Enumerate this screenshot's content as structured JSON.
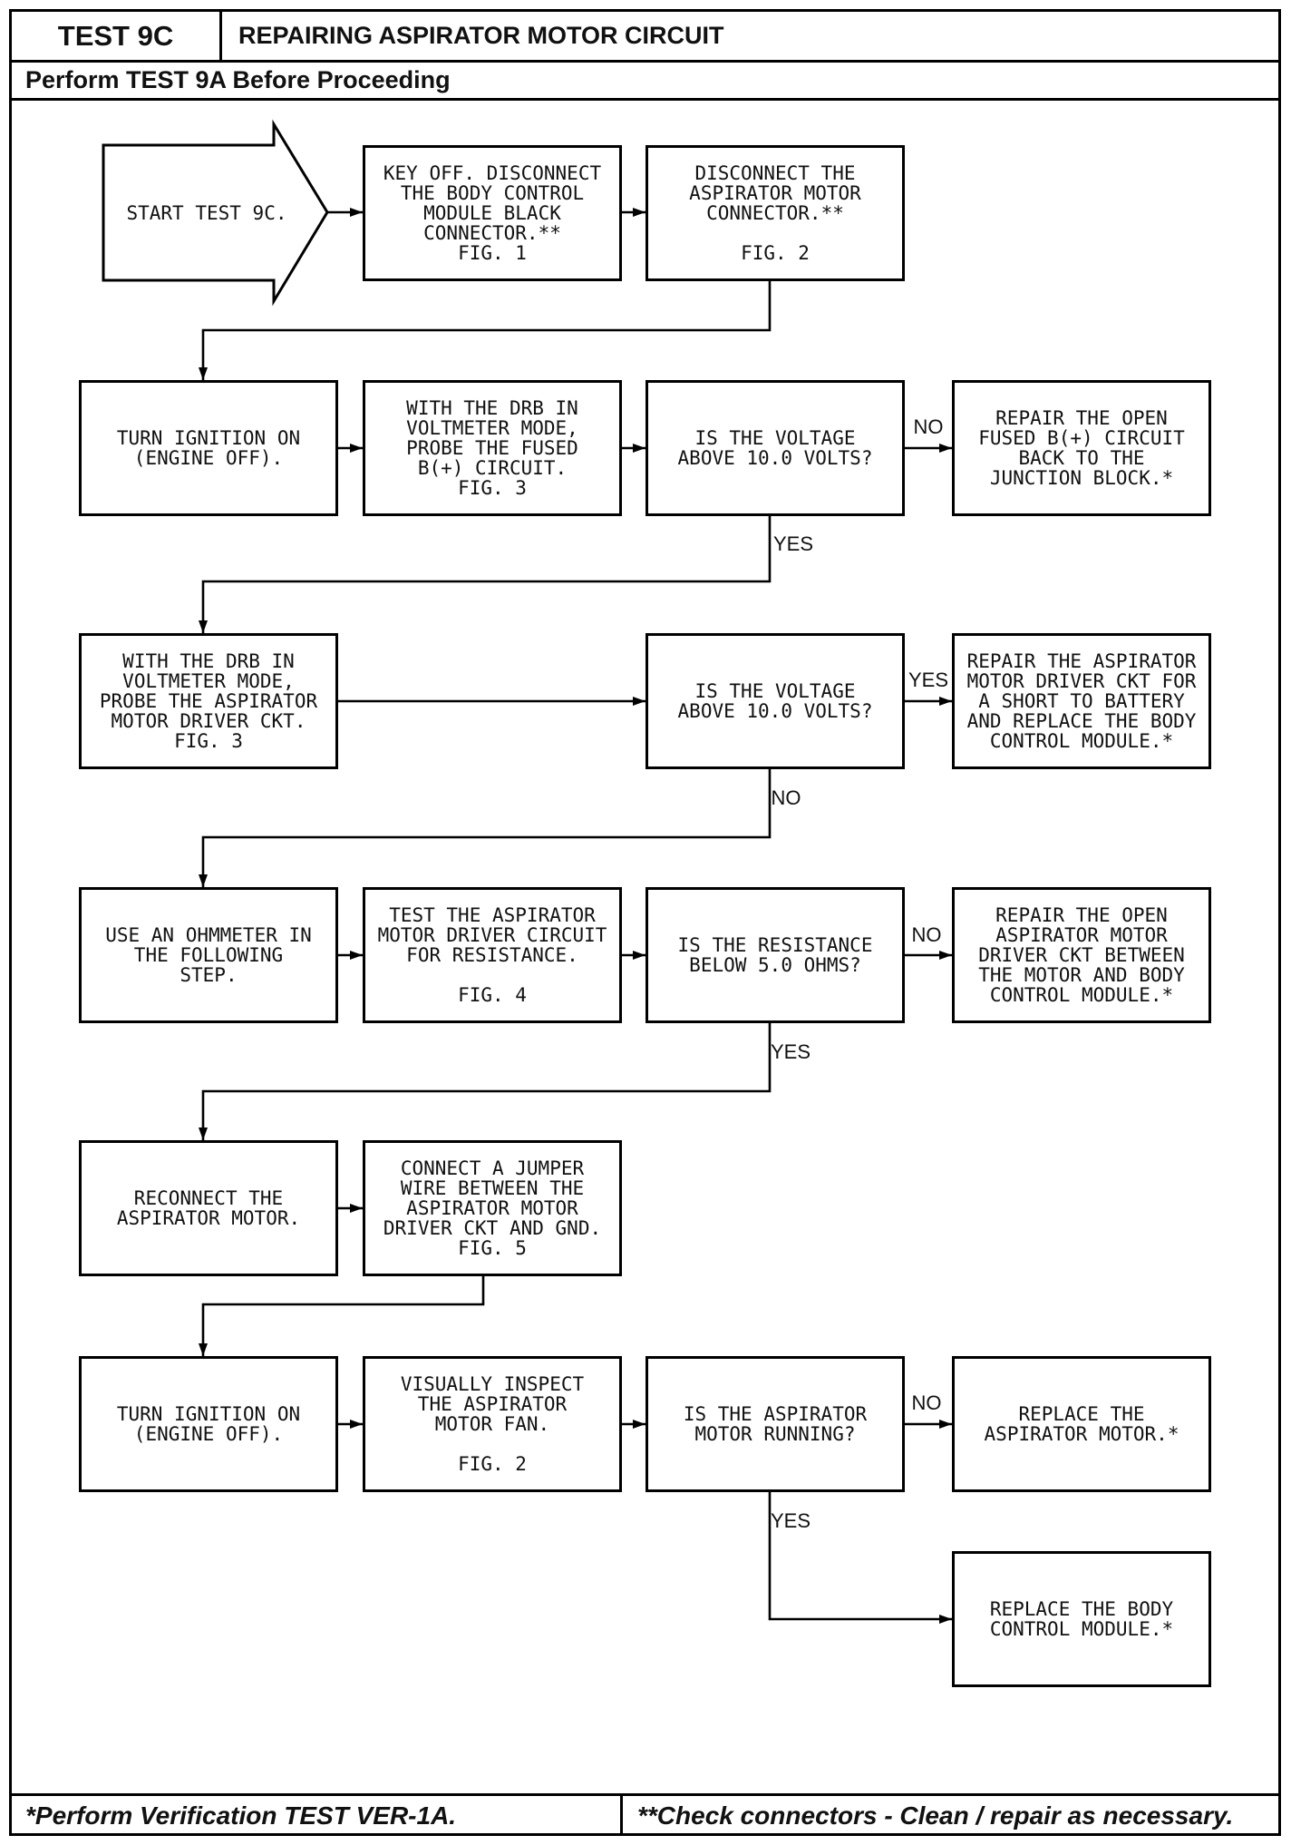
{
  "header": {
    "test_id": "TEST 9C",
    "title": "REPAIRING ASPIRATOR MOTOR CIRCUIT",
    "prerequisite": "Perform TEST 9A Before Proceeding"
  },
  "flowchart": {
    "start": "START TEST 9C.",
    "key_off_disconnect_bcm": "KEY OFF. DISCONNECT\nTHE BODY CONTROL\nMODULE BLACK\nCONNECTOR.**\nFIG. 1",
    "disconnect_motor_connector": "DISCONNECT THE\nASPIRATOR MOTOR\nCONNECTOR.**\n\nFIG. 2",
    "turn_ignition_on_1": "TURN IGNITION ON\n(ENGINE OFF).",
    "probe_fused_b_plus": "WITH THE DRB IN\nVOLTMETER MODE,\nPROBE THE FUSED\nB(+) CIRCUIT.\nFIG. 3",
    "decision_fused_voltage": "IS THE VOLTAGE\nABOVE 10.0 VOLTS?",
    "repair_open_fused_b_plus": "REPAIR THE OPEN\nFUSED B(+) CIRCUIT\nBACK TO THE\nJUNCTION BLOCK.*",
    "probe_motor_driver": "WITH THE DRB IN\nVOLTMETER MODE,\nPROBE THE ASPIRATOR\nMOTOR DRIVER CKT.\nFIG. 3",
    "decision_driver_voltage": "IS THE VOLTAGE\nABOVE 10.0 VOLTS?",
    "repair_driver_short": "REPAIR THE ASPIRATOR\nMOTOR DRIVER CKT FOR\nA SHORT TO BATTERY\nAND REPLACE THE BODY\nCONTROL MODULE.*",
    "use_ohmmeter": "USE AN OHMMETER IN\nTHE FOLLOWING\nSTEP.",
    "test_driver_resistance": "TEST THE ASPIRATOR\nMOTOR DRIVER CIRCUIT\nFOR RESISTANCE.\n\nFIG. 4",
    "decision_resistance": "IS THE RESISTANCE\nBELOW 5.0 OHMS?",
    "repair_open_driver": "REPAIR THE OPEN\nASPIRATOR MOTOR\nDRIVER CKT BETWEEN\nTHE MOTOR AND BODY\nCONTROL MODULE.*",
    "reconnect_motor": "RECONNECT THE\nASPIRATOR MOTOR.",
    "connect_jumper": "CONNECT A JUMPER\nWIRE BETWEEN THE\nASPIRATOR MOTOR\nDRIVER CKT AND GND.\nFIG. 5",
    "turn_ignition_on_2": "TURN IGNITION ON\n(ENGINE OFF).",
    "inspect_motor_fan": "VISUALLY INSPECT\nTHE ASPIRATOR\nMOTOR FAN.\n\nFIG. 2",
    "decision_motor_running": "IS THE ASPIRATOR\nMOTOR RUNNING?",
    "replace_motor": "REPLACE THE\nASPIRATOR MOTOR.*",
    "replace_bcm": "REPLACE THE BODY\nCONTROL MODULE.*",
    "branches": {
      "fused_voltage_no": "NO",
      "fused_voltage_yes": "YES",
      "driver_voltage_yes": "YES",
      "driver_voltage_no": "NO",
      "resistance_no": "NO",
      "resistance_yes": "YES",
      "motor_running_no": "NO",
      "motor_running_yes": "YES"
    }
  },
  "footer": {
    "verification_note": "*Perform Verification TEST VER-1A.",
    "connectors_note": "**Check connectors - Clean / repair as necessary."
  }
}
